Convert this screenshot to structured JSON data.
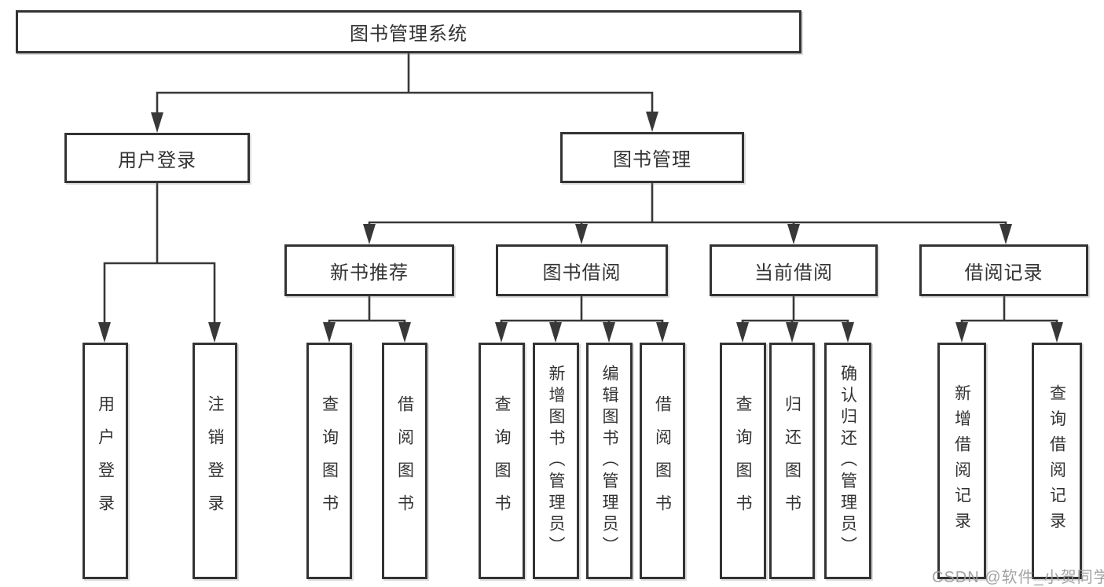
{
  "diagram": {
    "type": "hierarchy",
    "title": "图书管理系统",
    "tree": {
      "label": "图书管理系统",
      "children": [
        {
          "label": "用户登录",
          "children": [
            {
              "label": "用户登录"
            },
            {
              "label": "注销登录"
            }
          ]
        },
        {
          "label": "图书管理",
          "children": [
            {
              "label": "新书推荐",
              "children": [
                {
                  "label": "查询图书"
                },
                {
                  "label": "借阅图书"
                }
              ]
            },
            {
              "label": "图书借阅",
              "children": [
                {
                  "label": "查询图书"
                },
                {
                  "label": "新增图书（管理员）"
                },
                {
                  "label": "编辑图书（管理员）"
                },
                {
                  "label": "借阅图书"
                }
              ]
            },
            {
              "label": "当前借阅",
              "children": [
                {
                  "label": "查询图书"
                },
                {
                  "label": "归还图书"
                },
                {
                  "label": "确认归还（管理员）"
                }
              ]
            },
            {
              "label": "借阅记录",
              "children": [
                {
                  "label": "新增借阅记录"
                },
                {
                  "label": "查询借阅记录"
                }
              ]
            }
          ]
        }
      ]
    },
    "colors": {
      "line": "#383838",
      "box_border": "#333333",
      "text": "#333333",
      "background": "#ffffff",
      "watermark": "#9e9e9e"
    }
  },
  "watermark": {
    "text": "CSDN @软件_小贺同学"
  }
}
